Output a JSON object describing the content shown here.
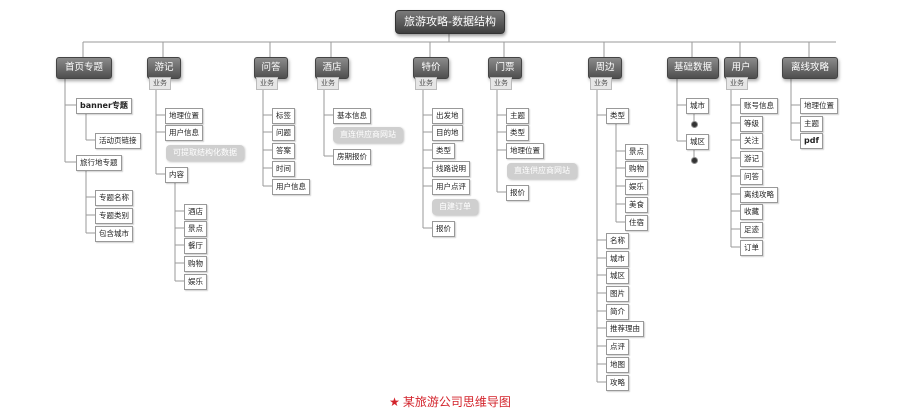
{
  "root": "旅游攻略-数据结构",
  "categories": {
    "c1": {
      "label": "首页专题"
    },
    "c2": {
      "label": "游记",
      "tag": "业务"
    },
    "c3": {
      "label": "问答",
      "tag": "业务"
    },
    "c4": {
      "label": "酒店",
      "tag": "业务"
    },
    "c5": {
      "label": "特价",
      "tag": "业务"
    },
    "c6": {
      "label": "门票",
      "tag": "业务"
    },
    "c7": {
      "label": "周边",
      "tag": "业务"
    },
    "c8": {
      "label": "基础数据"
    },
    "c9": {
      "label": "用户",
      "tag": "业务"
    },
    "c10": {
      "label": "离线攻略"
    }
  },
  "nodes": {
    "c1_banner": "banner专题",
    "c1_link": "活动页链接",
    "c1_dest": "旅行地专题",
    "c1_d1": "专题名称",
    "c1_d2": "专题类别",
    "c1_d3": "包含城市",
    "c2_1": "地理位置",
    "c2_2": "用户信息",
    "c2_note": "可提取结构化数据",
    "c2_3": "内容",
    "c2_3_1": "酒店",
    "c2_3_2": "景点",
    "c2_3_3": "餐厅",
    "c2_3_4": "购物",
    "c2_3_5": "娱乐",
    "c3_1": "标签",
    "c3_2": "问题",
    "c3_3": "答案",
    "c3_4": "时间",
    "c3_5": "用户信息",
    "c4_1": "基本信息",
    "c4_note": "直连供应商网站",
    "c4_2": "房期报价",
    "c5_1": "出发地",
    "c5_2": "目的地",
    "c5_3": "类型",
    "c5_4": "线路说明",
    "c5_5": "用户点评",
    "c5_note": "自建订单",
    "c5_6": "报价",
    "c6_1": "主题",
    "c6_2": "类型",
    "c6_3": "地理位置",
    "c6_note": "直连供应商网站",
    "c6_4": "报价",
    "c7_type": "类型",
    "c7_t1": "景点",
    "c7_t2": "购物",
    "c7_t3": "娱乐",
    "c7_t4": "美食",
    "c7_t5": "住宿",
    "c7_1": "名称",
    "c7_2": "城市",
    "c7_3": "城区",
    "c7_4": "图片",
    "c7_5": "简介",
    "c7_6": "推荐理由",
    "c7_7": "点评",
    "c7_8": "地图",
    "c7_9": "攻略",
    "c8_1": "城市",
    "c8_2": "城区",
    "c9_1": "账号信息",
    "c9_2": "等级",
    "c9_3": "关注",
    "c9_4": "游记",
    "c9_5": "问答",
    "c9_6": "离线攻略",
    "c9_7": "收藏",
    "c9_8": "足迹",
    "c9_9": "订单",
    "c10_1": "地理位置",
    "c10_2": "主题",
    "c10_3": "pdf"
  },
  "caption": {
    "star": "★",
    "text": "某旅游公司思维导图"
  },
  "colors": {
    "line": "#9a9a9a",
    "caption": "#d3232b",
    "node_dark": "#4e4e4e"
  }
}
